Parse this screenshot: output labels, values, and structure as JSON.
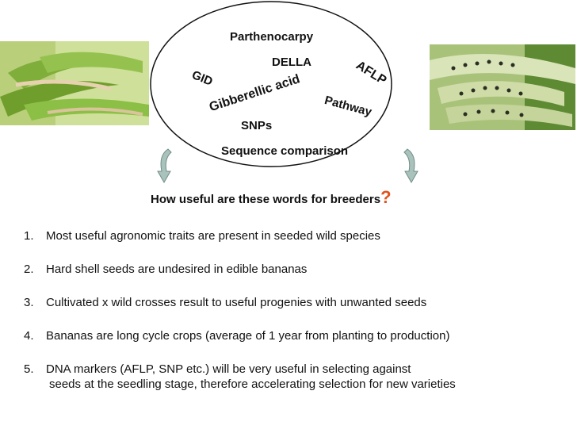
{
  "words": {
    "parthenocarpy": "Parthenocarpy",
    "della": "DELLA",
    "gid": "GID",
    "aflp": "AFLP",
    "gibberellic": "Gibberellic acid",
    "pathway": "Pathway",
    "snps": "SNPs",
    "sequence": "Sequence comparison"
  },
  "question": {
    "text": "How useful are these words for breeders",
    "mark": "?",
    "mark_color": "#e2521d"
  },
  "points": [
    {
      "num": "1.",
      "text": "Most useful agronomic traits are present in seeded wild species"
    },
    {
      "num": "2.",
      "text": "Hard shell seeds are undesired in edible bananas"
    },
    {
      "num": "3.",
      "text": "Cultivated x wild crosses result to useful progenies with unwanted seeds"
    },
    {
      "num": "4.",
      "text": "Bananas are long cycle crops (average of 1 year from planting to production)"
    },
    {
      "num": "5.",
      "text": "DNA markers (AFLP, SNP etc.) will be very useful in selecting against",
      "cont": "seeds at the seedling stage, therefore accelerating selection for new varieties"
    }
  ],
  "icons": {
    "arrow_color": "#8aa7a0",
    "left_photo": "banana-bunch-photo",
    "right_photo": "seeded-banana-photo"
  }
}
